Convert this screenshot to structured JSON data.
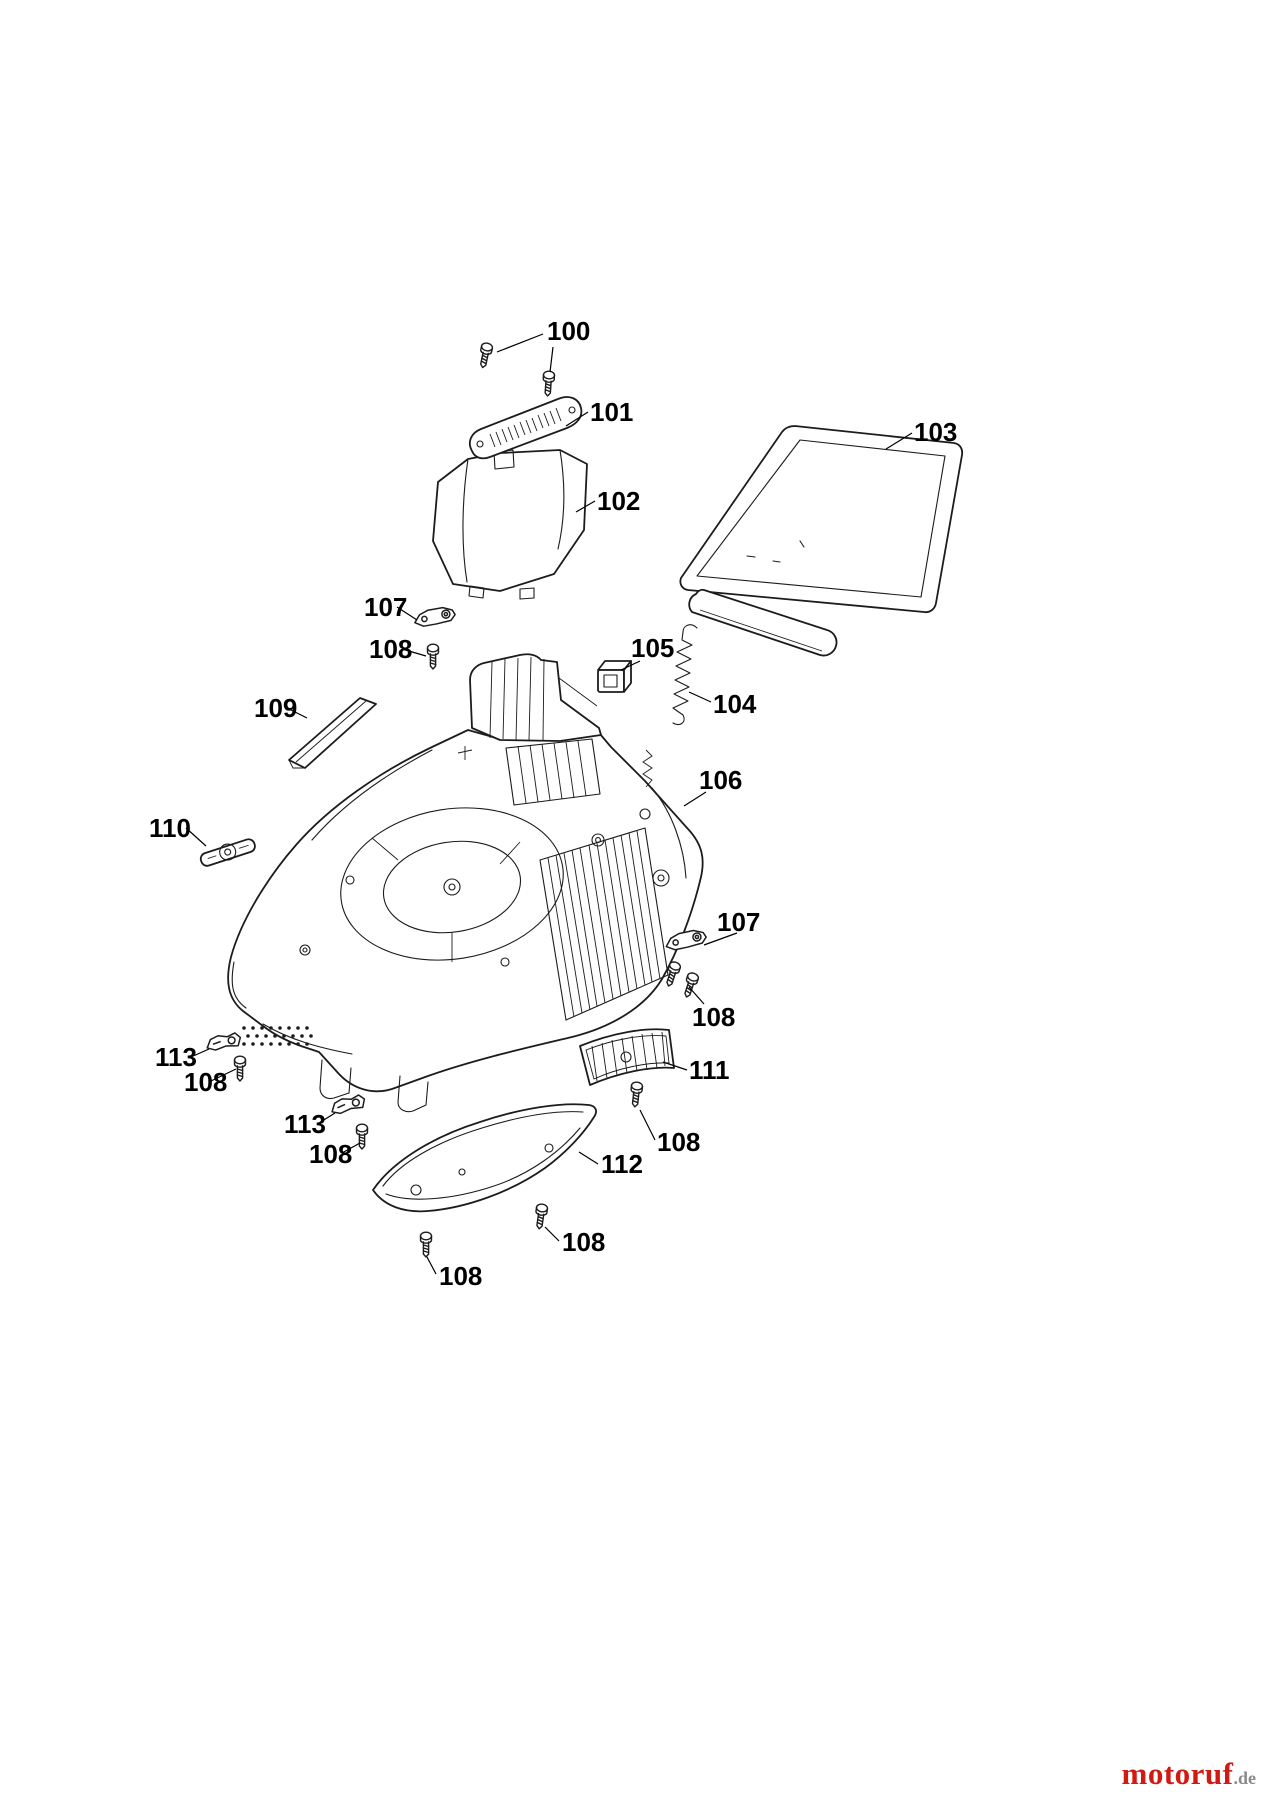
{
  "page": {
    "type": "exploded-parts-diagram",
    "subject": "mower deck housing parts",
    "background": "#ffffff",
    "line_color": "#1c1c1c"
  },
  "diagram": {
    "labels": [
      {
        "part": "100",
        "text": "100"
      },
      {
        "part": "101",
        "text": "101"
      },
      {
        "part": "102",
        "text": "102"
      },
      {
        "part": "103",
        "text": "103"
      },
      {
        "part": "105",
        "text": "105"
      },
      {
        "part": "104",
        "text": "104"
      },
      {
        "part": "107",
        "text": "107"
      },
      {
        "part": "108",
        "text": "108"
      },
      {
        "part": "109",
        "text": "109"
      },
      {
        "part": "106",
        "text": "106"
      },
      {
        "part": "110",
        "text": "110"
      },
      {
        "part": "107",
        "text": "107"
      },
      {
        "part": "108",
        "text": "108"
      },
      {
        "part": "113",
        "text": "113"
      },
      {
        "part": "108",
        "text": "108"
      },
      {
        "part": "111",
        "text": "111"
      },
      {
        "part": "108",
        "text": "108"
      },
      {
        "part": "113",
        "text": "113"
      },
      {
        "part": "108",
        "text": "108"
      },
      {
        "part": "112",
        "text": "112"
      },
      {
        "part": "108",
        "text": "108"
      },
      {
        "part": "108",
        "text": "108"
      }
    ]
  },
  "footer": {
    "logo": {
      "brand": "motoruf",
      "tld": ".de",
      "brand_color": "#d11a12",
      "tld_color": "#8a8a8a"
    }
  }
}
